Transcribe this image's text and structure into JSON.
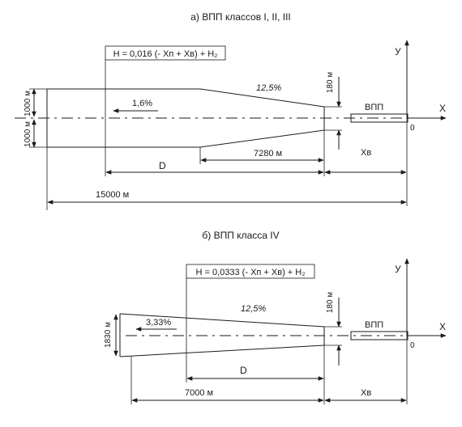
{
  "diagram_a": {
    "title": "а) ВПП классов I, II, III",
    "formula": "H = 0,016 (- Xп + Xв) + H₂",
    "slope_side": "12,5%",
    "slope_center": "1,6%",
    "width_top": "1000 м",
    "width_bottom": "1000 м",
    "end_width": "180 м",
    "runway": "ВПП",
    "dist_taper": "7280 м",
    "dist_d": "D",
    "dist_xv": "Xв",
    "dist_total": "15000 м",
    "axis_x": "X",
    "axis_y": "У",
    "origin": "0"
  },
  "diagram_b": {
    "title": "б) ВПП класса IV",
    "formula": "H = 0,0333 (- Xп + Xв) + H₂",
    "slope_side": "12,5%",
    "slope_center": "3,33%",
    "width_total": "1830 м",
    "end_width": "180 м",
    "runway": "ВПП",
    "dist_d": "D",
    "dist_total": "7000 м",
    "dist_xv": "Xв",
    "axis_x": "X",
    "axis_y": "У",
    "origin": "0"
  }
}
